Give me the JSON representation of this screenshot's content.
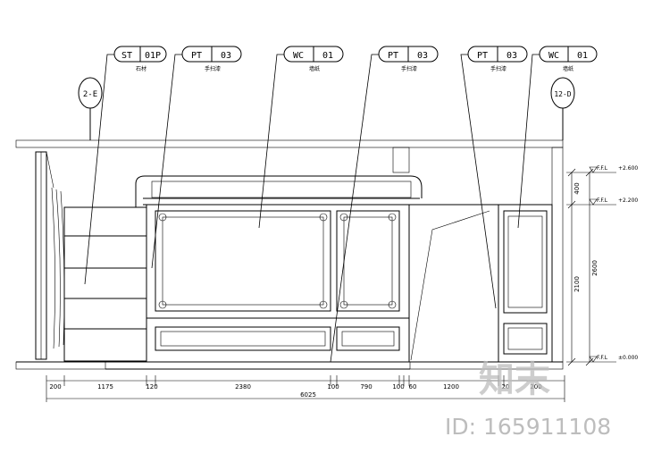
{
  "tags": [
    {
      "code": "ST",
      "num": "01P",
      "desc": "石材"
    },
    {
      "code": "PT",
      "num": "03",
      "desc": "手扫漆"
    },
    {
      "code": "WC",
      "num": "01",
      "desc": "墙纸"
    },
    {
      "code": "PT",
      "num": "03",
      "desc": "手扫漆"
    },
    {
      "code": "PT",
      "num": "03",
      "desc": "手扫漆"
    },
    {
      "code": "WC",
      "num": "01",
      "desc": "墙纸"
    }
  ],
  "section_marks": [
    "2-E",
    "12-D"
  ],
  "levels": [
    {
      "prefix": "F.F.L",
      "value": "+2.600"
    },
    {
      "prefix": "F.F.L",
      "value": "+2.200"
    },
    {
      "prefix": "F.F.L",
      "value": "±0.000"
    }
  ],
  "vertical_dims": [
    "400",
    "2100",
    "2600"
  ],
  "bottom_dims": [
    "200",
    "1175",
    "120",
    "2380",
    "100",
    "790",
    "100",
    "60",
    "1200",
    "20",
    "200"
  ],
  "total_dim": "6025",
  "watermark": {
    "logo": "知末",
    "id": "ID: 165911108"
  }
}
